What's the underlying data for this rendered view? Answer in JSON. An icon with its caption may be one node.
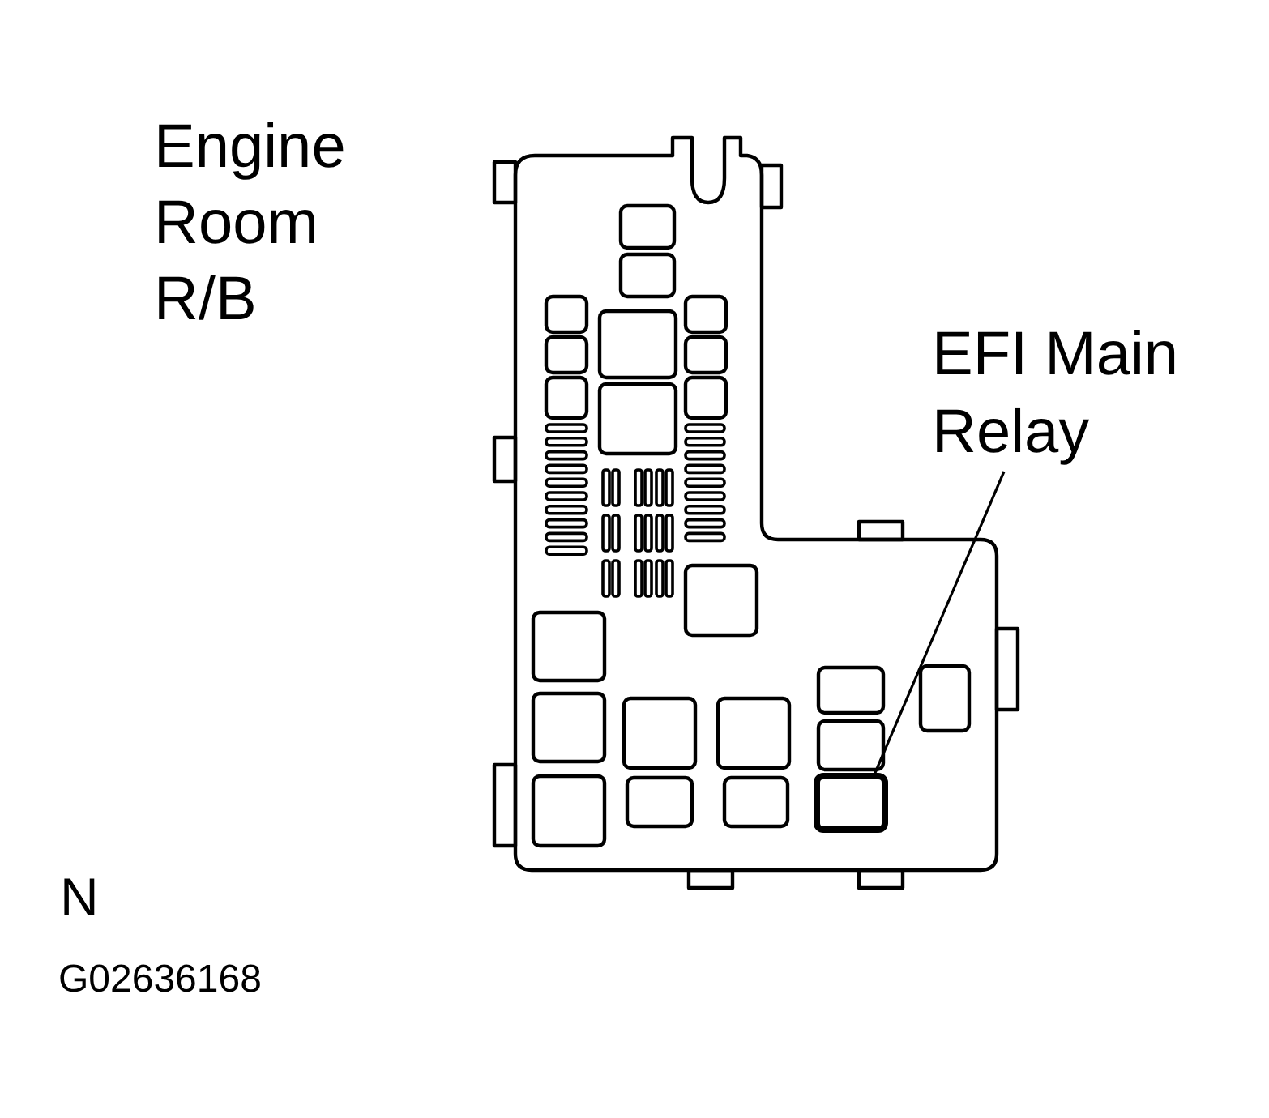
{
  "diagram": {
    "nodes": [
      {
        "text": [
          "EFI Main Relay"
        ]
      },
      {
        "text": [],
        "shape": "box"
      }
    ],
    "edges": [
      {
        "from": 0,
        "to": 1,
        "arrow": "none"
      }
    ],
    "labels": [
      "Engine Room R/B",
      "N",
      "G02636168"
    ]
  }
}
